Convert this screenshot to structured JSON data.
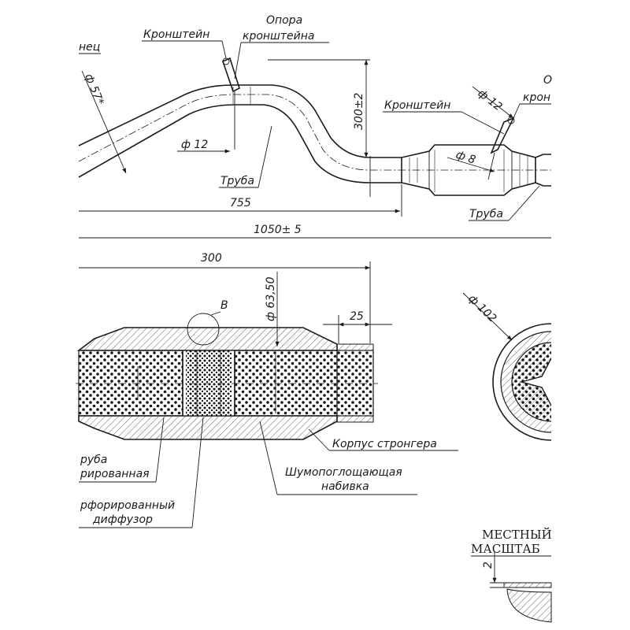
{
  "top_view": {
    "label_konets": "нец",
    "label_kronshtein_1": "Кронштейн",
    "label_opora_1": "Опора",
    "label_opora_2": "кронштейна",
    "label_kronshtein_2": "Кронштейн",
    "label_right_partial_1": "О",
    "label_right_partial_2": "крон",
    "label_truba_1": "Труба",
    "label_truba_2": "Труба",
    "dim_d57": "ф 57*",
    "dim_d12_a": "ф 12",
    "dim_d12_b": "ф 12",
    "dim_d8": "ф 8",
    "dim_300_2": "300±2",
    "dim_755": "755",
    "dim_1050": "1050± 5"
  },
  "section_view": {
    "dim_300": "300",
    "dim_d63_50": "ф 63,50",
    "dim_25": "25",
    "detail_b": "B",
    "dim_d102": "ф 102",
    "label_korpus": "Корпус стронгера",
    "label_shumo_1": "Шумопоглощающая",
    "label_shumo_2": "набивка",
    "label_truba_perf_1": "руба",
    "label_truba_perf_2": "рированная",
    "label_diffuzor_1": "рфорированный",
    "label_diffuzor_2": "диффузор"
  },
  "local_scale": {
    "line_1": "МЕСТНЫЙ",
    "line_2": "МАСШТАБ",
    "dim_2": "2"
  }
}
